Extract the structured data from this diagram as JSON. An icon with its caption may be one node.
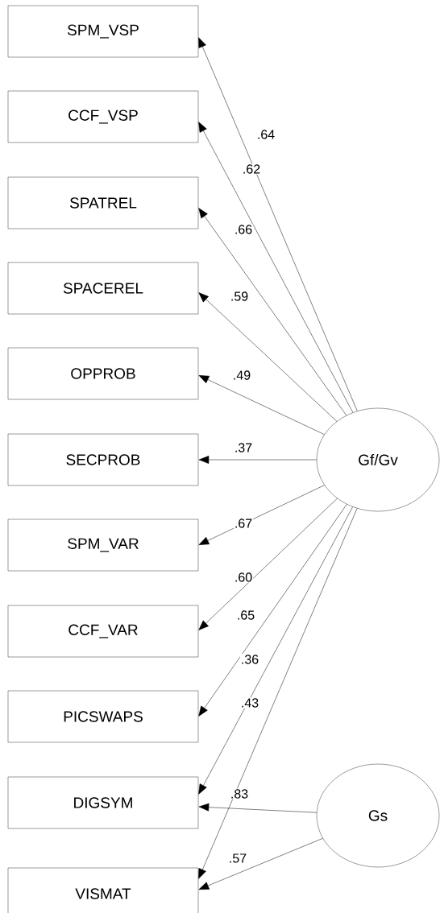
{
  "diagram": {
    "nodes": [
      {
        "text": [
          "SPM_VSP"
        ]
      },
      {
        "text": [
          "CCF_VSP"
        ]
      },
      {
        "text": [
          "SPATREL"
        ]
      },
      {
        "text": [
          "SPACEREL"
        ]
      },
      {
        "text": [
          "OPPROB"
        ]
      },
      {
        "text": [
          "SECPROB"
        ]
      },
      {
        "text": [
          "SPM_VAR"
        ]
      },
      {
        "text": [
          "CCF_VAR"
        ]
      },
      {
        "text": [
          "PICSWAPS"
        ]
      },
      {
        "text": [
          "DIGSYM"
        ]
      },
      {
        "text": [
          "VISMAT"
        ]
      },
      {
        "text": [
          "Gf/Gv"
        ]
      },
      {
        "text": [
          "Gs"
        ]
      }
    ],
    "edges": [
      {
        "from": 11,
        "to": 0,
        "arrow": "to",
        "label": ".64"
      },
      {
        "from": 11,
        "to": 1,
        "arrow": "to",
        "label": ".62"
      },
      {
        "from": 11,
        "to": 2,
        "arrow": "to",
        "label": ".66"
      },
      {
        "from": 11,
        "to": 3,
        "arrow": "to",
        "label": ".59"
      },
      {
        "from": 11,
        "to": 4,
        "arrow": "to",
        "label": ".49"
      },
      {
        "from": 11,
        "to": 5,
        "arrow": "to",
        "label": ".37"
      },
      {
        "from": 11,
        "to": 6,
        "arrow": "to",
        "label": ".67"
      },
      {
        "from": 11,
        "to": 7,
        "arrow": "to",
        "label": ".60"
      },
      {
        "from": 11,
        "to": 8,
        "arrow": "to",
        "label": ".65"
      },
      {
        "from": 11,
        "to": 9,
        "arrow": "to",
        "label": ".36"
      },
      {
        "from": 11,
        "to": 10,
        "arrow": "to",
        "label": ".43"
      },
      {
        "from": 12,
        "to": 9,
        "arrow": "to",
        "label": ".83"
      },
      {
        "from": 12,
        "to": 10,
        "arrow": "to",
        "label": ".57"
      }
    ]
  }
}
